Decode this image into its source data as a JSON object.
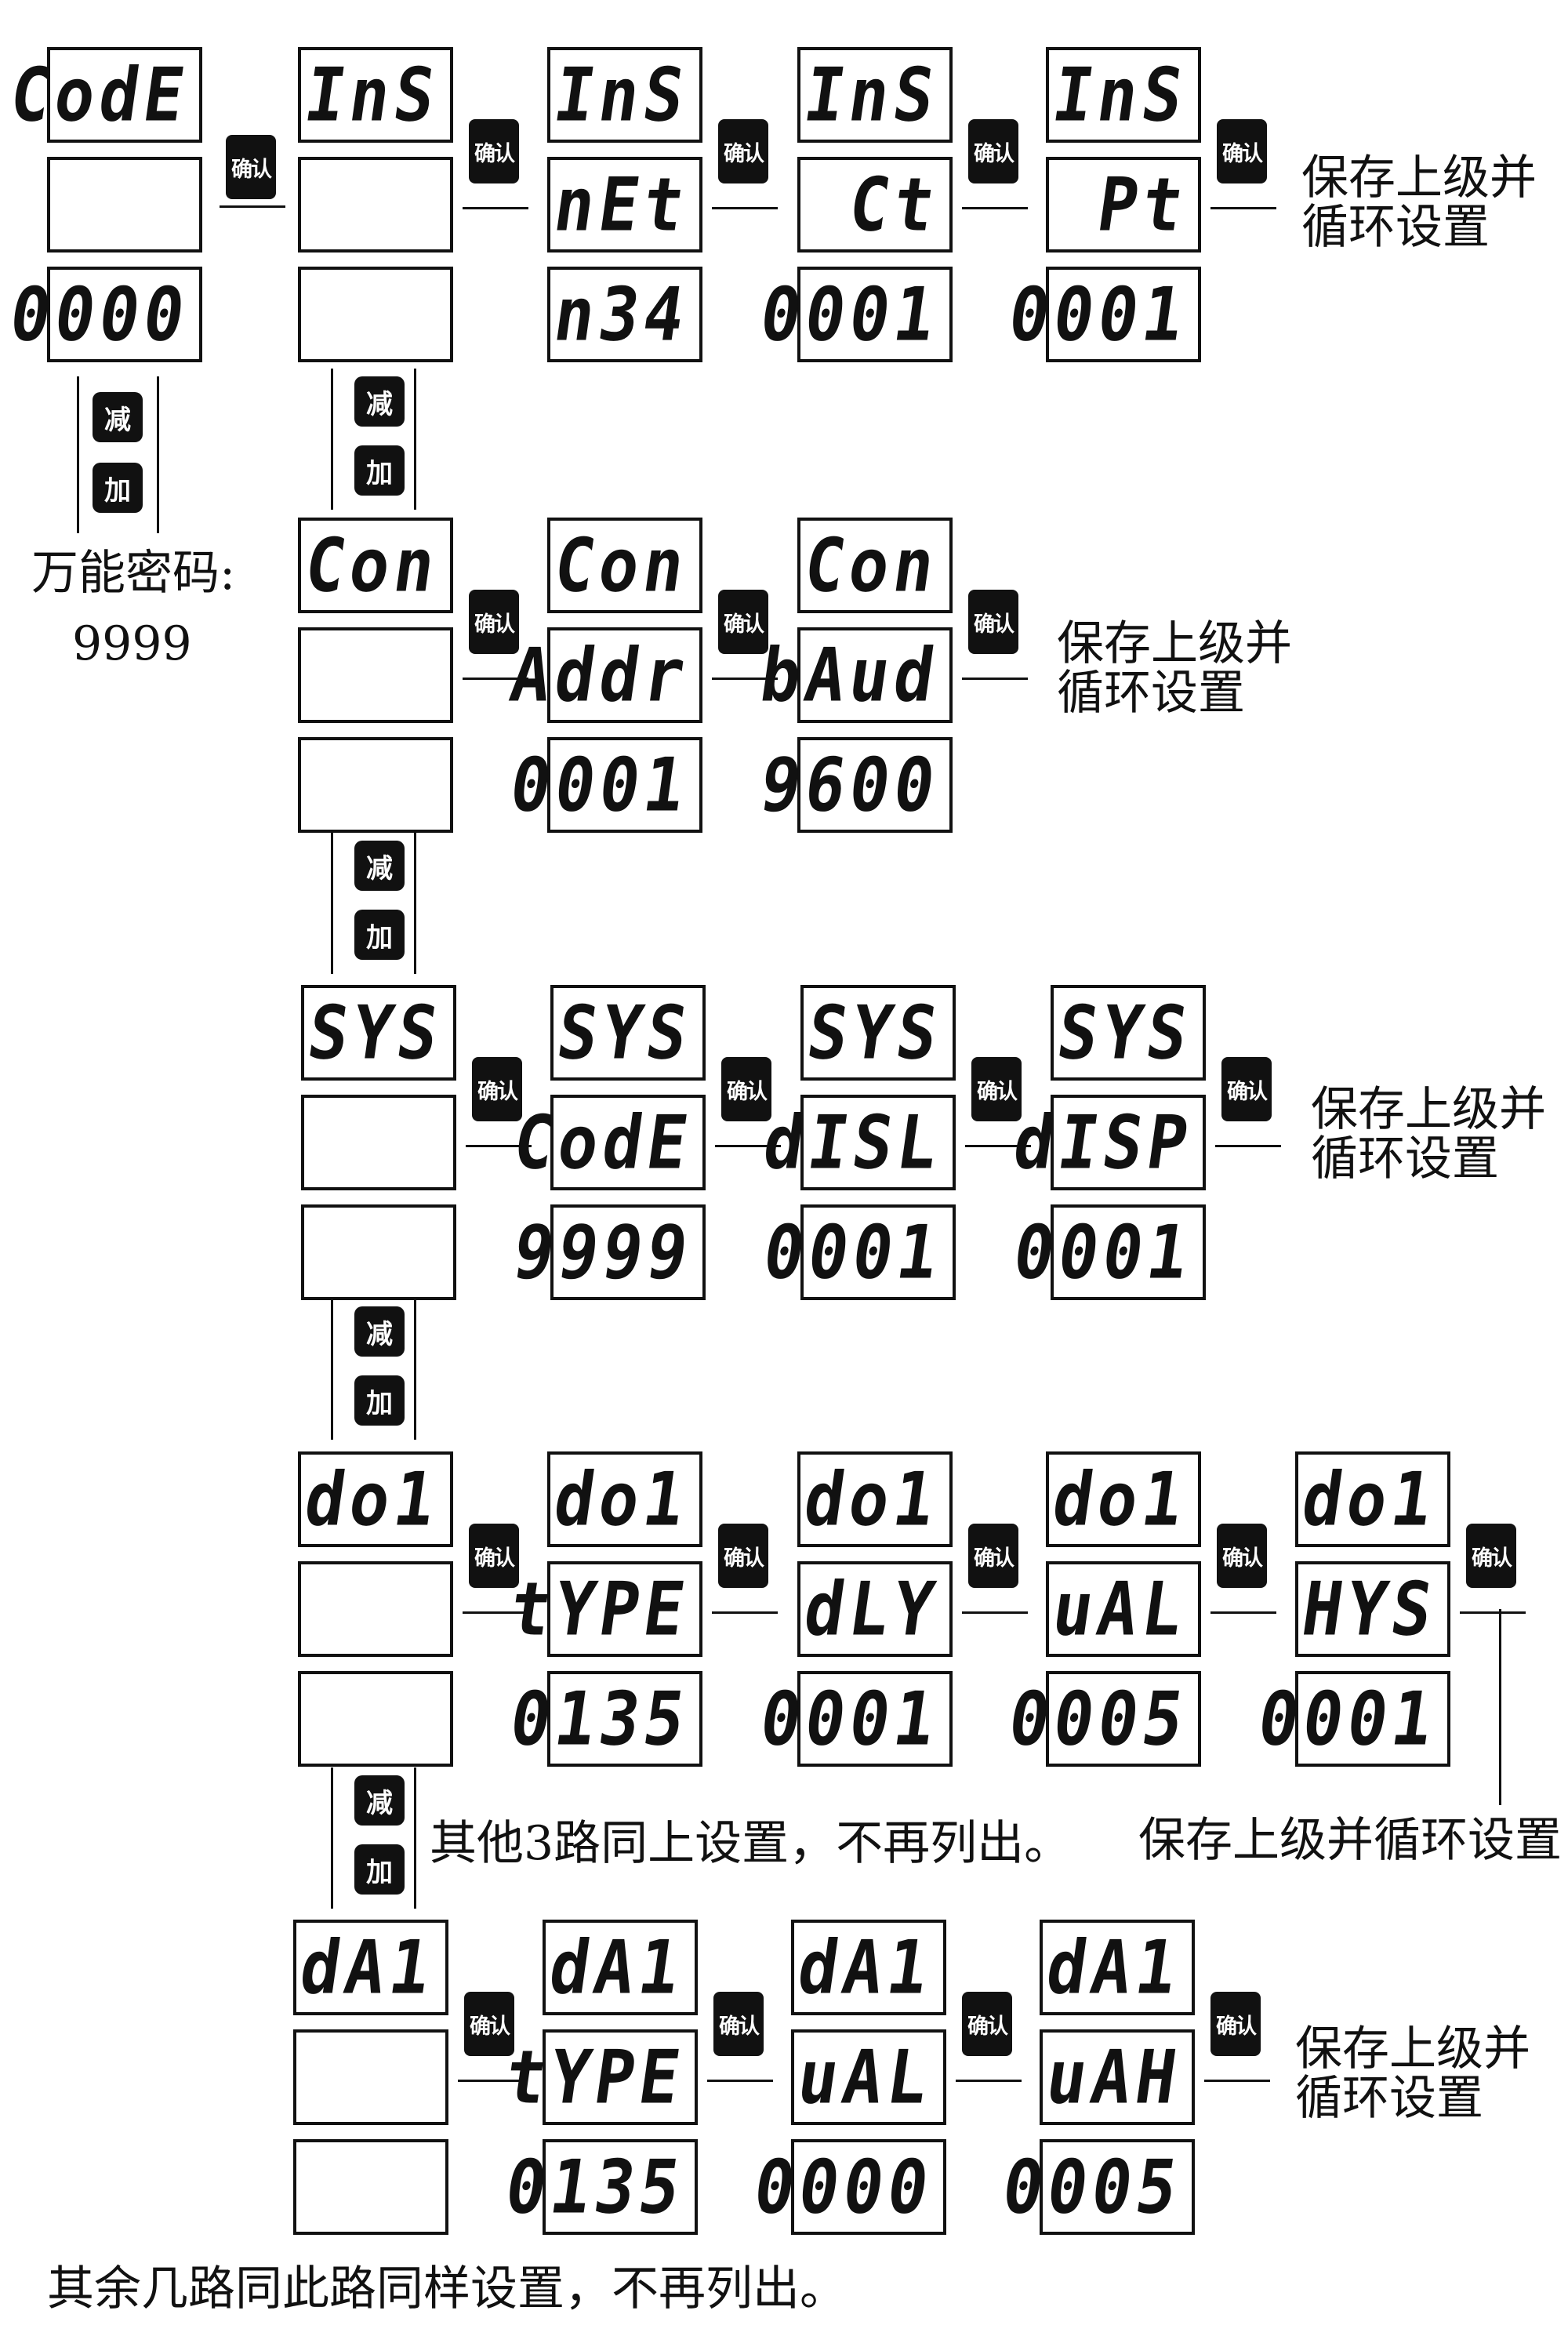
{
  "buttons": {
    "confirm": "确认",
    "decrease": "减",
    "increase": "加"
  },
  "notes": {
    "universal_password": "万能密码:",
    "universal_password_value": "9999",
    "save_return": "保存上级并\n循环设置",
    "save_return_oneline": "保存上级并循环设置",
    "other_do_channels": "其他3路同上设置，不再列出。",
    "other_ai_channels": "其余几路同此路同样设置，不再列出。"
  },
  "menus": [
    {
      "id": "code",
      "columns": [
        {
          "l1": "CodE",
          "l2": "",
          "l3": "0000"
        }
      ]
    },
    {
      "id": "ins",
      "columns": [
        {
          "l1": "InS",
          "l2": "",
          "l3": ""
        },
        {
          "l1": "InS",
          "l2": "nEt",
          "l3": "n34"
        },
        {
          "l1": "InS",
          "l2": "Ct",
          "l3": "0001"
        },
        {
          "l1": "InS",
          "l2": "Pt",
          "l3": "0001"
        }
      ]
    },
    {
      "id": "con",
      "columns": [
        {
          "l1": "Con",
          "l2": "",
          "l3": ""
        },
        {
          "l1": "Con",
          "l2": "Addr",
          "l3": "0001"
        },
        {
          "l1": "Con",
          "l2": "bAud",
          "l3": "9600"
        }
      ]
    },
    {
      "id": "sys",
      "columns": [
        {
          "l1": "SYS",
          "l2": "",
          "l3": ""
        },
        {
          "l1": "SYS",
          "l2": "CodE",
          "l3": "9999"
        },
        {
          "l1": "SYS",
          "l2": "dISL",
          "l3": "0001"
        },
        {
          "l1": "SYS",
          "l2": "dISP",
          "l3": "0001"
        }
      ]
    },
    {
      "id": "do1",
      "columns": [
        {
          "l1": "do1",
          "l2": "",
          "l3": ""
        },
        {
          "l1": "do1",
          "l2": "tYPE",
          "l3": "0135"
        },
        {
          "l1": "do1",
          "l2": "dLY",
          "l3": "0001"
        },
        {
          "l1": "do1",
          "l2": "uAL",
          "l3": "0005"
        },
        {
          "l1": "do1",
          "l2": "HYS",
          "l3": "0001"
        }
      ]
    },
    {
      "id": "ai1",
      "columns": [
        {
          "l1": "dA1",
          "l2": "",
          "l3": ""
        },
        {
          "l1": "dA1",
          "l2": "tYPE",
          "l3": "0135"
        },
        {
          "l1": "dA1",
          "l2": "uAL",
          "l3": "0000"
        },
        {
          "l1": "dA1",
          "l2": "uAH",
          "l3": "0005"
        }
      ]
    }
  ]
}
